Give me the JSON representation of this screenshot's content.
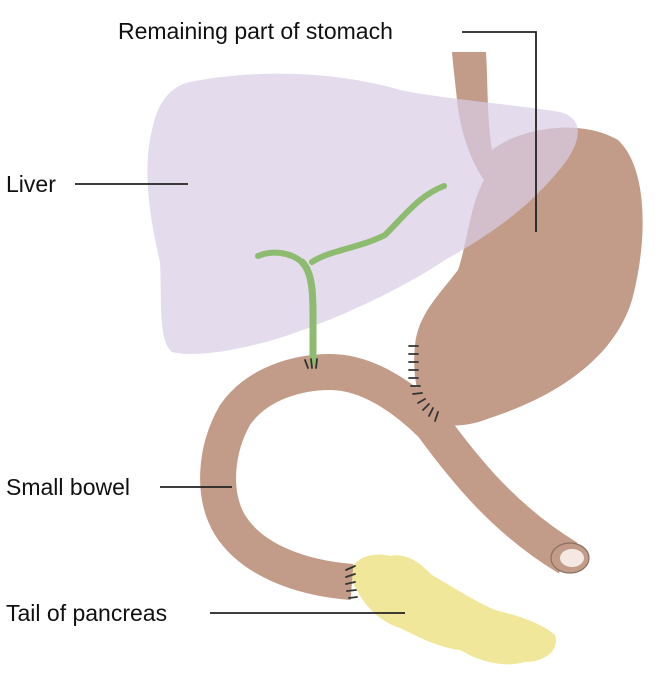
{
  "figure": {
    "labels": {
      "stomach": "Remaining part of stomach",
      "liver": "Liver",
      "small_bowel": "Small bowel",
      "pancreas": "Tail of pancreas"
    }
  },
  "colors": {
    "liver": "#d9cde4",
    "bowel": "#c29c88",
    "bowel_lumen": "#f3e9e2",
    "bile_duct": "#8dbb70",
    "pancreas": "#f0e79a",
    "staples": "#333333",
    "leader": "#222222",
    "text": "#111111"
  }
}
